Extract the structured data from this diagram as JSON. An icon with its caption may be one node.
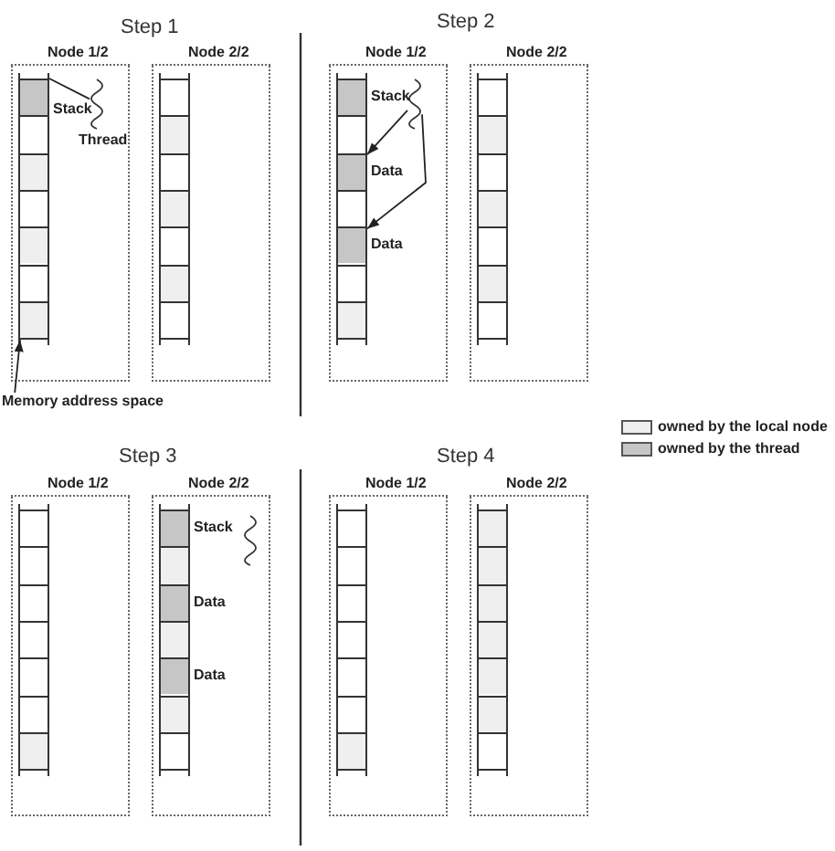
{
  "diagram": {
    "nodes": [
      {
        "text": [
          "Node 1/2"
        ]
      },
      {
        "text": [],
        "shape": "box",
        "in": 0,
        "beside": [
          "Stack"
        ]
      },
      {
        "text": [],
        "shape": "box",
        "in": 0
      },
      {
        "text": [],
        "shape": "box",
        "in": 0
      },
      {
        "text": [],
        "shape": "box",
        "in": 0
      },
      {
        "text": [],
        "shape": "box",
        "in": 0
      },
      {
        "text": [],
        "shape": "box",
        "in": 0
      },
      {
        "text": [],
        "shape": "box",
        "in": 0
      },
      {
        "text": [],
        "shape": "wave",
        "in": 0,
        "beside": [
          "Thread"
        ]
      },
      {
        "text": [
          "Node 2/2"
        ]
      },
      {
        "text": [],
        "shape": "box",
        "in": 9
      },
      {
        "text": [],
        "shape": "box",
        "in": 9
      },
      {
        "text": [],
        "shape": "box",
        "in": 9
      },
      {
        "text": [],
        "shape": "box",
        "in": 9
      },
      {
        "text": [],
        "shape": "box",
        "in": 9
      },
      {
        "text": [],
        "shape": "box",
        "in": 9
      },
      {
        "text": [],
        "shape": "box",
        "in": 9
      },
      {
        "text": [
          "Node 1/2"
        ]
      },
      {
        "text": [],
        "shape": "box",
        "in": 17,
        "beside": [
          "Stack"
        ]
      },
      {
        "text": [],
        "shape": "box",
        "in": 17
      },
      {
        "text": [],
        "shape": "box",
        "in": 17,
        "beside": [
          "Data"
        ]
      },
      {
        "text": [],
        "shape": "box",
        "in": 17
      },
      {
        "text": [],
        "shape": "box",
        "in": 17,
        "beside": [
          "Data"
        ]
      },
      {
        "text": [],
        "shape": "box",
        "in": 17
      },
      {
        "text": [],
        "shape": "box",
        "in": 17
      },
      {
        "text": [],
        "shape": "wave",
        "in": 17
      },
      {
        "text": [
          "Node 2/2"
        ]
      },
      {
        "text": [],
        "shape": "box",
        "in": 26
      },
      {
        "text": [],
        "shape": "box",
        "in": 26
      },
      {
        "text": [],
        "shape": "box",
        "in": 26
      },
      {
        "text": [],
        "shape": "box",
        "in": 26
      },
      {
        "text": [],
        "shape": "box",
        "in": 26
      },
      {
        "text": [],
        "shape": "box",
        "in": 26
      },
      {
        "text": [],
        "shape": "box",
        "in": 26
      },
      {
        "text": [
          "Memory address space"
        ]
      },
      {
        "text": [
          "Node 1/2"
        ]
      },
      {
        "text": [],
        "shape": "box",
        "in": 35
      },
      {
        "text": [],
        "shape": "box",
        "in": 35
      },
      {
        "text": [],
        "shape": "box",
        "in": 35
      },
      {
        "text": [],
        "shape": "box",
        "in": 35
      },
      {
        "text": [],
        "shape": "box",
        "in": 35
      },
      {
        "text": [],
        "shape": "box",
        "in": 35
      },
      {
        "text": [],
        "shape": "box",
        "in": 35
      },
      {
        "text": [
          "Node 2/2"
        ]
      },
      {
        "text": [],
        "shape": "box",
        "in": 43,
        "beside": [
          "Stack"
        ]
      },
      {
        "text": [],
        "shape": "box",
        "in": 43
      },
      {
        "text": [],
        "shape": "box",
        "in": 43,
        "beside": [
          "Data"
        ]
      },
      {
        "text": [],
        "shape": "box",
        "in": 43
      },
      {
        "text": [],
        "shape": "box",
        "in": 43,
        "beside": [
          "Data"
        ]
      },
      {
        "text": [],
        "shape": "box",
        "in": 43
      },
      {
        "text": [],
        "shape": "box",
        "in": 43
      },
      {
        "text": [],
        "shape": "wave",
        "in": 43
      },
      {
        "text": [
          "Node 1/2"
        ]
      },
      {
        "text": [],
        "shape": "box",
        "in": 52
      },
      {
        "text": [],
        "shape": "box",
        "in": 52
      },
      {
        "text": [],
        "shape": "box",
        "in": 52
      },
      {
        "text": [],
        "shape": "box",
        "in": 52
      },
      {
        "text": [],
        "shape": "box",
        "in": 52
      },
      {
        "text": [],
        "shape": "box",
        "in": 52
      },
      {
        "text": [],
        "shape": "box",
        "in": 52
      },
      {
        "text": [
          "Node 2/2"
        ]
      },
      {
        "text": [],
        "shape": "box",
        "in": 60
      },
      {
        "text": [],
        "shape": "box",
        "in": 60
      },
      {
        "text": [],
        "shape": "box",
        "in": 60
      },
      {
        "text": [],
        "shape": "box",
        "in": 60
      },
      {
        "text": [],
        "shape": "box",
        "in": 60
      },
      {
        "text": [],
        "shape": "box",
        "in": 60
      },
      {
        "text": [],
        "shape": "box",
        "in": 60
      }
    ],
    "edges": [
      {
        "from": 1,
        "to": 8,
        "arrow": "none"
      },
      {
        "from": 25,
        "to": 20,
        "arrow": "to"
      },
      {
        "from": 25,
        "to": 22,
        "arrow": "to"
      },
      {
        "from": 34,
        "to": 7,
        "arrow": "to"
      }
    ],
    "labels": [
      "Step 1",
      "Step 2",
      "Step 3",
      "Step 4"
    ],
    "legend": [
      {
        "text": "owned by the local node",
        "color": "#efefef"
      },
      {
        "text": "owned by the thread",
        "color": "#c6c6c6"
      }
    ]
  }
}
